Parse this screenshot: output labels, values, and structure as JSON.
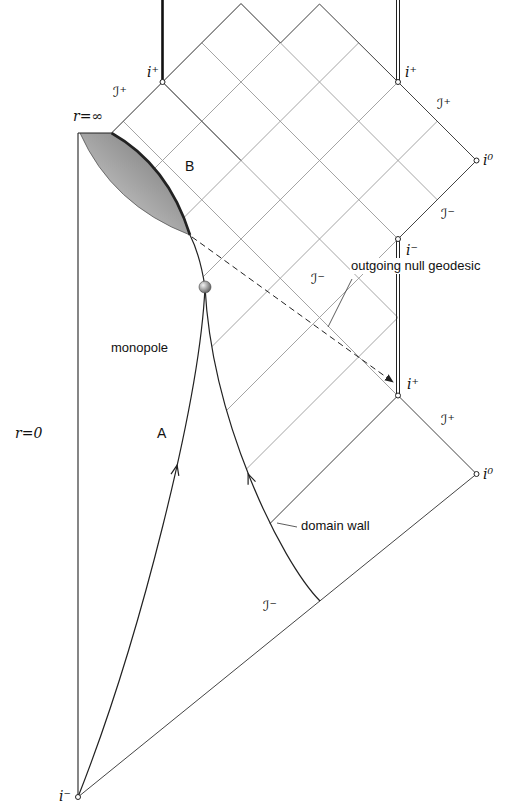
{
  "diagram": {
    "labels": [
      "r=∞",
      "ℐ⁺",
      "i⁺",
      "i⁺",
      "ℐ⁺",
      "i⁰",
      "ℐ⁻",
      "i⁻",
      "B",
      "outgoing null geodesic",
      "ℐ⁻",
      "monopole",
      "r=0",
      "A",
      "i⁺",
      "ℐ⁺",
      "domain wall",
      "i⁰",
      "ℐ⁻",
      "i⁻"
    ]
  }
}
